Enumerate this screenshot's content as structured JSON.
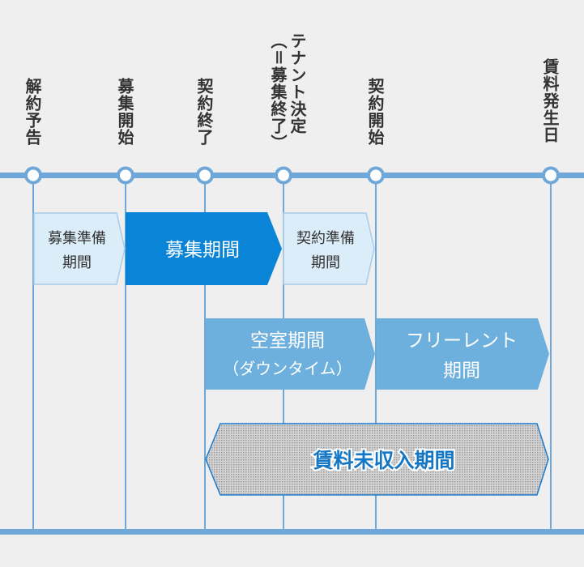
{
  "milestones": [
    {
      "label": "解約予告"
    },
    {
      "label": "募集開始"
    },
    {
      "label": "契約終了"
    },
    {
      "label": "テナント決定（＝募集終了）"
    },
    {
      "label": "契約開始"
    },
    {
      "label": "賃料発生日"
    }
  ],
  "periods": {
    "recruit_prep": [
      "募集準備",
      "期間"
    ],
    "recruit": [
      "募集期間"
    ],
    "contract_prep": [
      "契約準備",
      "期間"
    ],
    "vacancy": [
      "空室期間",
      "（ダウンタイム）"
    ],
    "free_rent": [
      "フリーレント",
      "期間"
    ],
    "unpaid_rent": [
      "賃料未収入期間"
    ]
  },
  "colors": {
    "background": "#efefef",
    "timeline": "#6fa8d8",
    "light_fill": "#dcedfa",
    "light_stroke": "#a8cbe8",
    "dark_fill": "#0a84d6",
    "mid_fill": "#6eb0dd",
    "unpaid_text": "#1577c4",
    "unpaid_stroke": "#1a7ccf",
    "unpaid_pattern": "#b8b8b8"
  }
}
